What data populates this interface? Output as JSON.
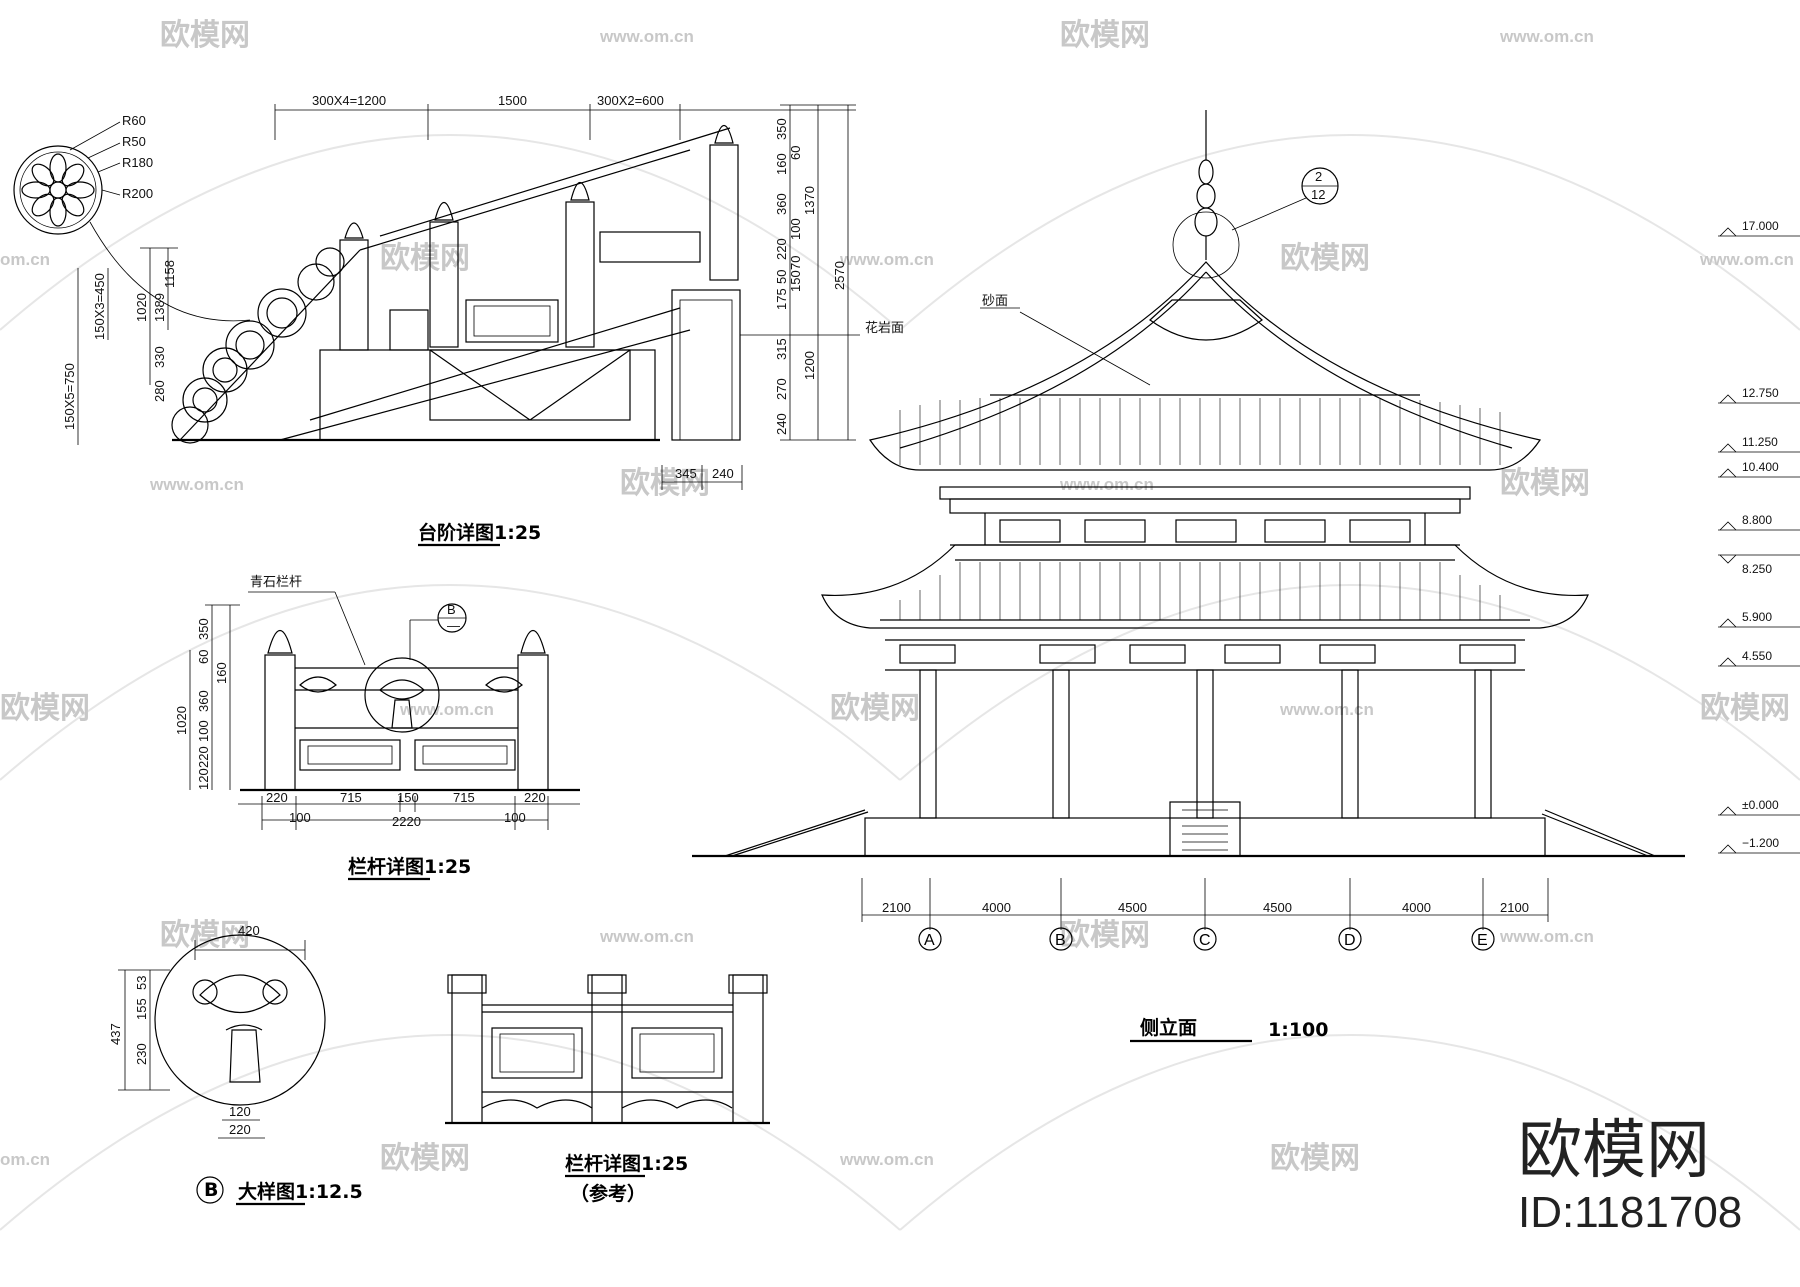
{
  "watermark": {
    "brand": "欧模网",
    "url": "www.om.cn",
    "url_short": "om.cn"
  },
  "branding": {
    "name": "欧模网",
    "id": "ID:1181708"
  },
  "stair_detail": {
    "title": "台阶详图1:25",
    "dims_top": [
      "300X4=1200",
      "1500",
      "300X2=600"
    ],
    "dims_left": [
      "150X5=750",
      "150X3=450",
      "1020",
      "1389",
      "1158",
      "330",
      "280"
    ],
    "dims_right": [
      "350",
      "60",
      "160",
      "360",
      "100",
      "220",
      "50",
      "175",
      "150",
      "70",
      "315",
      "270",
      "240",
      "1370",
      "1200",
      "2570"
    ],
    "dims_bottom": [
      "345",
      "240"
    ],
    "note": "花岩面",
    "rosette_radii": [
      "R60",
      "R50",
      "R180",
      "R200"
    ]
  },
  "railing_detail": {
    "title": "栏杆详图1:25",
    "note": "青石栏杆",
    "callout": {
      "letter": "B",
      "sub": "—"
    },
    "dims_left": [
      "350",
      "60",
      "160",
      "360",
      "1020",
      "100",
      "220",
      "120"
    ],
    "dims_bottom": [
      "220",
      "715",
      "150",
      "715",
      "220",
      "100",
      "2220",
      "100"
    ]
  },
  "big_detail": {
    "letter": "B",
    "title": "大样图1:12.5",
    "dims_top": [
      "420"
    ],
    "dims_left": [
      "437",
      "53",
      "155",
      "230"
    ],
    "dims_bottom": [
      "120",
      "220"
    ]
  },
  "ref_railing": {
    "title": "栏杆详图1:25",
    "subtitle": "（参考）"
  },
  "side_elevation": {
    "title": "侧立面",
    "scale": "1:100",
    "note": "砂面",
    "callout": {
      "top": "2",
      "bottom": "12"
    },
    "levels": [
      "17.000",
      "12.750",
      "11.250",
      "10.400",
      "8.800",
      "8.250",
      "5.900",
      "4.550",
      "±0.000",
      "−1.200"
    ],
    "bay_dims": [
      "2100",
      "4000",
      "4500",
      "4500",
      "4000",
      "2100"
    ],
    "axes": [
      "A",
      "B",
      "C",
      "D",
      "E"
    ]
  }
}
